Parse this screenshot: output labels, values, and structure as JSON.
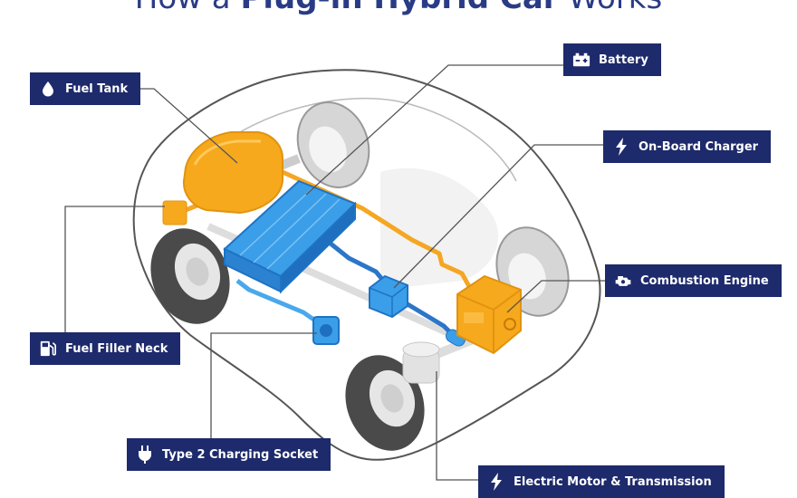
{
  "title": {
    "prefix": "How a",
    "bold": "Plug-in Hybrid Car",
    "suffix": "Works"
  },
  "labels": {
    "fuel_tank": "Fuel Tank",
    "battery": "Battery",
    "on_board_charger": "On-Board Charger",
    "combustion_engine": "Combustion Engine",
    "fuel_filler_neck": "Fuel Filler Neck",
    "type2_socket": "Type 2 Charging Socket",
    "electric_motor": "Electric Motor & Transmission"
  },
  "icons": {
    "fuel_tank": "droplet-icon",
    "battery": "battery-icon",
    "on_board_charger": "lightning-bolt-icon",
    "combustion_engine": "engine-icon",
    "fuel_filler_neck": "fuel-pump-icon",
    "type2_socket": "plug-icon",
    "electric_motor": "lightning-bolt-icon"
  },
  "colors": {
    "label_bg": "#1d2a6b",
    "title": "#2a3b86",
    "fuel_orange": "#f5a623",
    "electric_blue": "#2f8fdf",
    "tire": "#4a4a4a"
  }
}
